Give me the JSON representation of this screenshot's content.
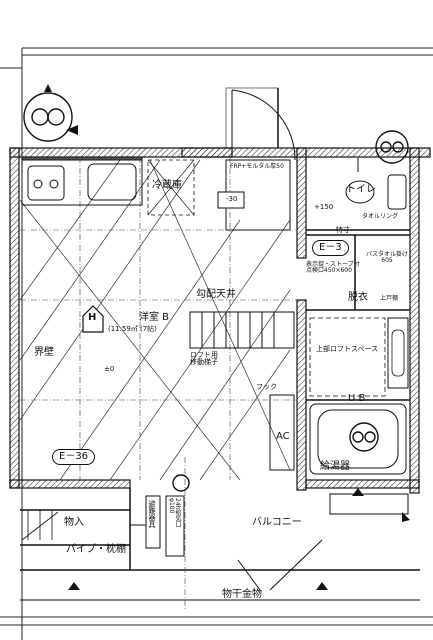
{
  "plan": {
    "rooms": {
      "western_room": "洋室 B",
      "western_room_area": "(11.59㎡ (7帖)",
      "sloped_ceiling": "勾配天井",
      "refrigerator": "冷蔵庫",
      "toilet": "トイレ",
      "towel_ring": "タオルリング",
      "balcony": "バルコニー",
      "storage": "物入",
      "pipe_shelf": "パイプ・枕棚",
      "boundary_wall": "界壁",
      "dressing": "脱衣",
      "upper_loft": "上部ロフトスペース",
      "water_heater": "給湯器",
      "laundry_hanger": "物干金物",
      "loft_ladder": "ロフト用\n移動梯子",
      "hook": "フック",
      "ac": "AC",
      "frp": "FRP+モルタル厚50",
      "minus30": "-30",
      "plus150": "+150",
      "plus_minus0": "±0",
      "tokkyo": "特寸",
      "display_board": "表示錠・ストーブ付\n点検口450×600",
      "towel_bar": "バスタオル掛け\n605",
      "upper_shelf": "上戸棚",
      "ub": "U B",
      "evac_hatch": "避難器具",
      "ventilation": "24h給気口\nφ100"
    },
    "tags": {
      "e3": "E－3",
      "e36": "E－36"
    },
    "marks": {
      "h_symbol": "H"
    }
  }
}
